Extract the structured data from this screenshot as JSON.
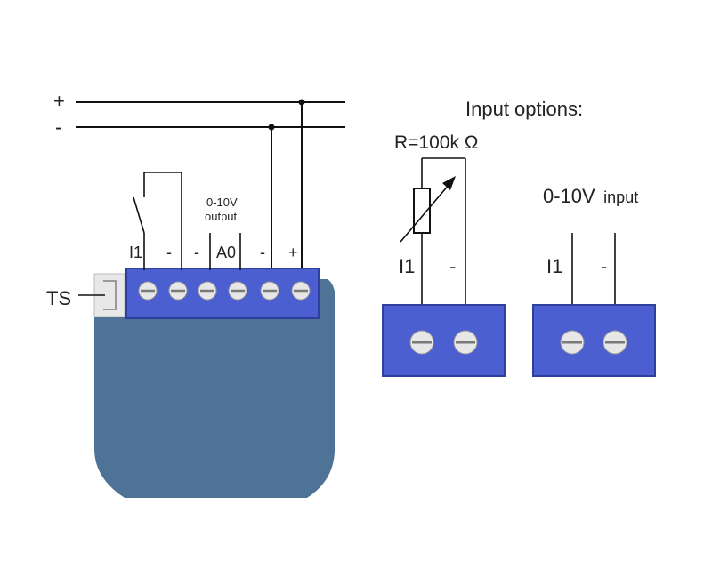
{
  "power": {
    "plus_label": "+",
    "minus_label": "-"
  },
  "module": {
    "ts_label": "TS",
    "output_caption_line1": "0-10V",
    "output_caption_line2": "output",
    "terminals": [
      {
        "label": "I1"
      },
      {
        "label": "-"
      },
      {
        "label": "-"
      },
      {
        "label": "A0"
      },
      {
        "label": "-"
      },
      {
        "label": "+"
      }
    ]
  },
  "input_options": {
    "title": "Input options:",
    "potentiometer": {
      "resistance_label": "R=100k Ω",
      "terminal_labels": [
        "I1",
        "-"
      ]
    },
    "voltage_input": {
      "caption_main": "0-10V",
      "caption_sub": "input",
      "terminal_labels": [
        "I1",
        "-"
      ]
    }
  },
  "colors": {
    "terminal_block": "#4b5fd0",
    "terminal_border": "#2f3f9e",
    "module_body": "#4e7396",
    "screw": "#e7e7e7",
    "connector": "#e8e8e8"
  }
}
